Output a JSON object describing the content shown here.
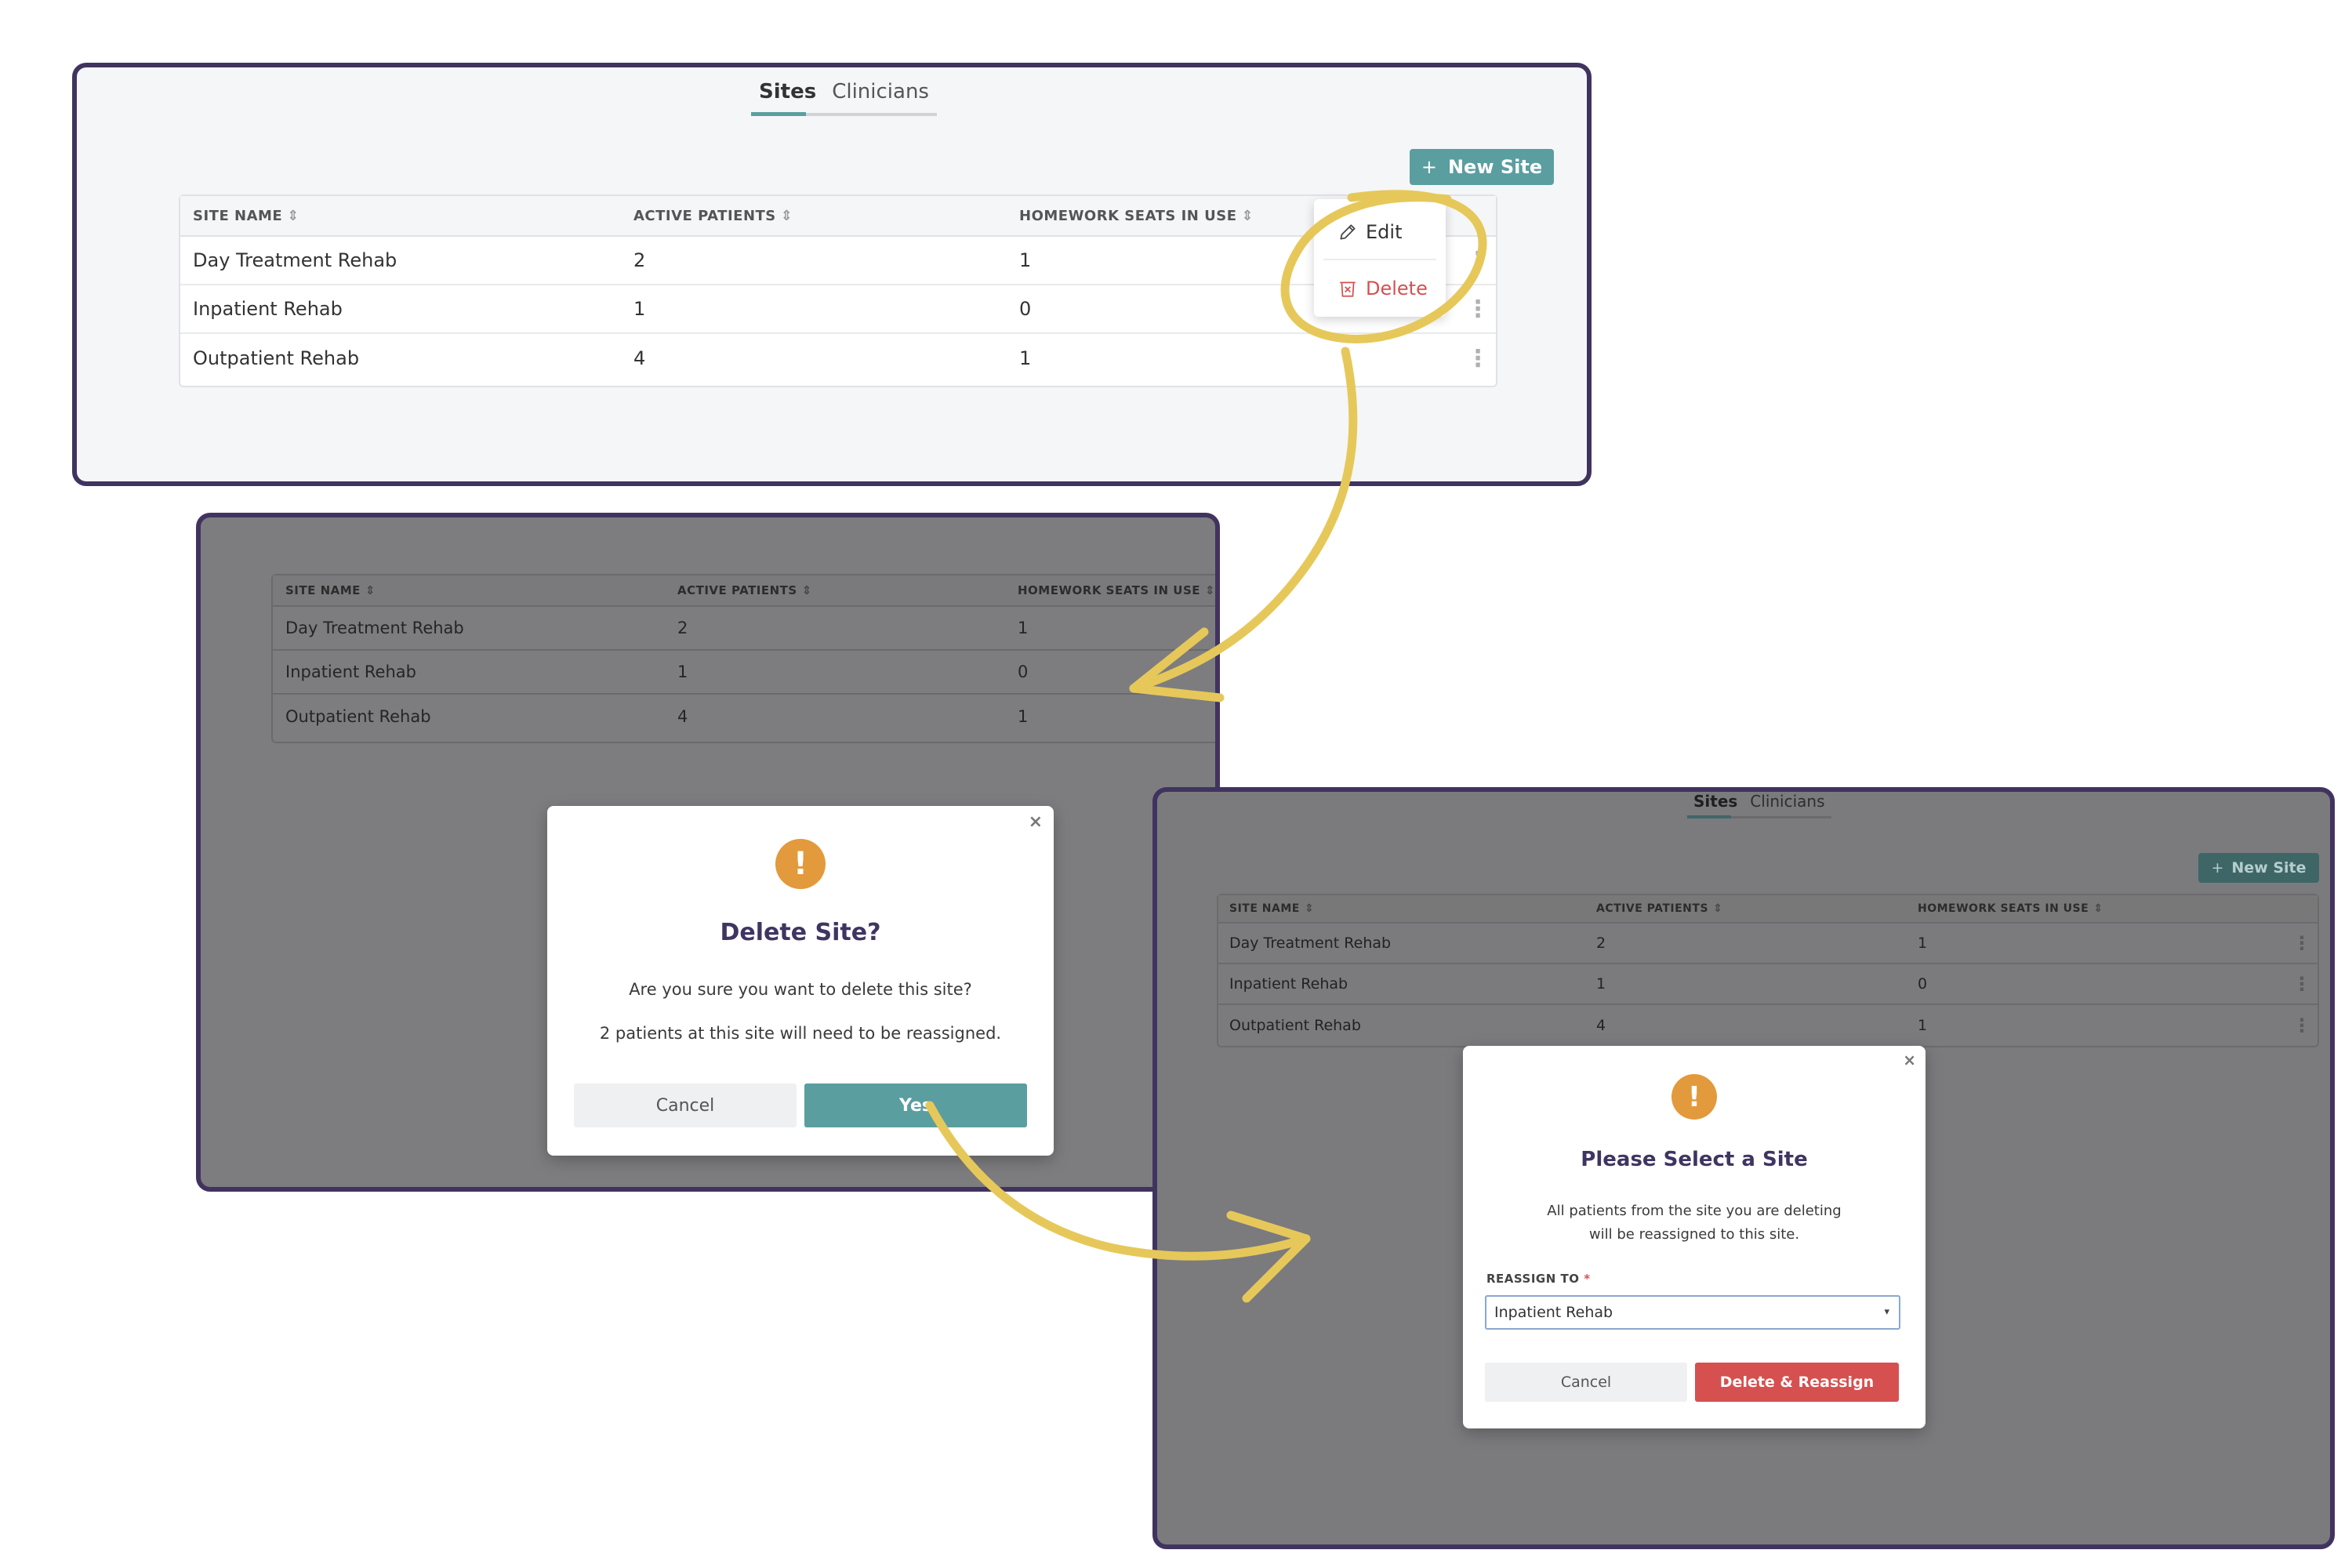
{
  "colors": {
    "frame": "#41335f",
    "accent": "#5a9ea0",
    "danger": "#d65050",
    "warning": "#e29a3c",
    "highlight": "#e6c85a",
    "modal_title": "#3f3562"
  },
  "tabs": [
    "Sites",
    "Clinicians"
  ],
  "new_site_label": "New Site",
  "columns": [
    "SITE NAME",
    "ACTIVE PATIENTS",
    "HOMEWORK SEATS IN USE"
  ],
  "rows": [
    {
      "site": "Day Treatment Rehab",
      "patients": "2",
      "seats": "1"
    },
    {
      "site": "Inpatient Rehab",
      "patients": "1",
      "seats": "0"
    },
    {
      "site": "Outpatient Rehab",
      "patients": "4",
      "seats": "1"
    }
  ],
  "context_menu": {
    "edit": "Edit",
    "delete": "Delete"
  },
  "delete_modal": {
    "title": "Delete Site?",
    "line1": "Are you sure you want to delete this site?",
    "line2": "2 patients at this site will need to be reassigned.",
    "cancel": "Cancel",
    "confirm": "Yes"
  },
  "reassign_modal": {
    "title": "Please Select a Site",
    "line1": "All patients from the site you are deleting",
    "line2": "will be reassigned to this site.",
    "field_label": "REASSIGN TO",
    "required_mark": "*",
    "selected": "Inpatient Rehab",
    "cancel": "Cancel",
    "confirm": "Delete & Reassign"
  },
  "glyphs": {
    "sort": "⇕",
    "kebab": "⋮",
    "close": "×",
    "warning": "!",
    "plus": "+",
    "caret": "▾"
  }
}
